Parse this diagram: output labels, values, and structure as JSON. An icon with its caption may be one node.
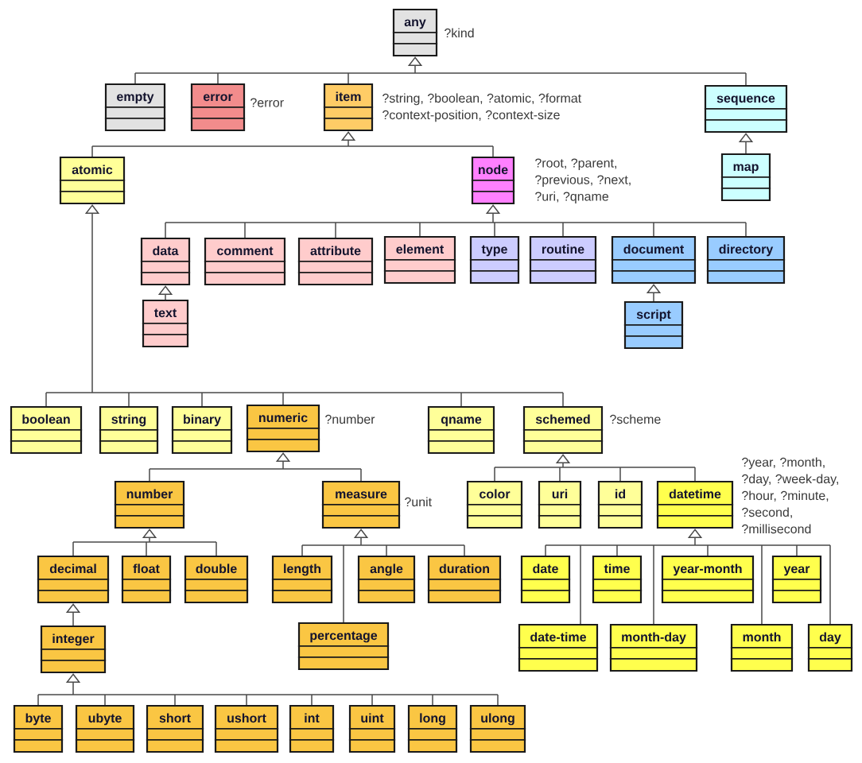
{
  "diagram": {
    "nodes": [
      {
        "text": [
          "any"
        ],
        "beside": [
          "?kind"
        ]
      },
      {
        "text": [
          "empty"
        ]
      },
      {
        "text": [
          "error"
        ],
        "beside": [
          "?error"
        ]
      },
      {
        "text": [
          "item"
        ],
        "beside": [
          "?string, ?boolean, ?atomic, ?format ?context-position, ?context-size"
        ]
      },
      {
        "text": [
          "sequence"
        ]
      },
      {
        "text": [
          "atomic"
        ]
      },
      {
        "text": [
          "node"
        ],
        "beside": [
          "?root, ?parent, ?previous, ?next, ?uri, ?qname"
        ]
      },
      {
        "text": [
          "map"
        ]
      },
      {
        "text": [
          "data"
        ]
      },
      {
        "text": [
          "comment"
        ]
      },
      {
        "text": [
          "attribute"
        ]
      },
      {
        "text": [
          "element"
        ]
      },
      {
        "text": [
          "type"
        ]
      },
      {
        "text": [
          "routine"
        ]
      },
      {
        "text": [
          "document"
        ]
      },
      {
        "text": [
          "directory"
        ]
      },
      {
        "text": [
          "text"
        ]
      },
      {
        "text": [
          "script"
        ]
      },
      {
        "text": [
          "boolean"
        ]
      },
      {
        "text": [
          "string"
        ]
      },
      {
        "text": [
          "binary"
        ]
      },
      {
        "text": [
          "numeric"
        ],
        "beside": [
          "?number"
        ]
      },
      {
        "text": [
          "qname"
        ]
      },
      {
        "text": [
          "schemed"
        ],
        "beside": [
          "?scheme"
        ]
      },
      {
        "text": [
          "number"
        ]
      },
      {
        "text": [
          "measure"
        ],
        "beside": [
          "?unit"
        ]
      },
      {
        "text": [
          "color"
        ]
      },
      {
        "text": [
          "uri"
        ]
      },
      {
        "text": [
          "id"
        ]
      },
      {
        "text": [
          "datetime"
        ],
        "beside": [
          "?year, ?month, ?day, ?week-day, ?hour, ?minute, ?second, ?millisecond"
        ]
      },
      {
        "text": [
          "decimal"
        ]
      },
      {
        "text": [
          "float"
        ]
      },
      {
        "text": [
          "double"
        ]
      },
      {
        "text": [
          "length"
        ]
      },
      {
        "text": [
          "angle"
        ]
      },
      {
        "text": [
          "duration"
        ]
      },
      {
        "text": [
          "date"
        ]
      },
      {
        "text": [
          "time"
        ]
      },
      {
        "text": [
          "year-month"
        ]
      },
      {
        "text": [
          "year"
        ]
      },
      {
        "text": [
          "integer"
        ]
      },
      {
        "text": [
          "percentage"
        ]
      },
      {
        "text": [
          "date-time"
        ]
      },
      {
        "text": [
          "month-day"
        ]
      },
      {
        "text": [
          "month"
        ]
      },
      {
        "text": [
          "day"
        ]
      },
      {
        "text": [
          "byte"
        ]
      },
      {
        "text": [
          "ubyte"
        ]
      },
      {
        "text": [
          "short"
        ]
      },
      {
        "text": [
          "ushort"
        ]
      },
      {
        "text": [
          "int"
        ]
      },
      {
        "text": [
          "uint"
        ]
      },
      {
        "text": [
          "long"
        ]
      },
      {
        "text": [
          "ulong"
        ]
      }
    ],
    "edges": [
      {
        "from": 1,
        "to": 0,
        "arrow": "to"
      },
      {
        "from": 2,
        "to": 0,
        "arrow": "to"
      },
      {
        "from": 3,
        "to": 0,
        "arrow": "to"
      },
      {
        "from": 4,
        "to": 0,
        "arrow": "to"
      },
      {
        "from": 5,
        "to": 3,
        "arrow": "to"
      },
      {
        "from": 6,
        "to": 3,
        "arrow": "to"
      },
      {
        "from": 7,
        "to": 4,
        "arrow": "to"
      },
      {
        "from": 8,
        "to": 6,
        "arrow": "to"
      },
      {
        "from": 9,
        "to": 6,
        "arrow": "to"
      },
      {
        "from": 10,
        "to": 6,
        "arrow": "to"
      },
      {
        "from": 11,
        "to": 6,
        "arrow": "to"
      },
      {
        "from": 12,
        "to": 6,
        "arrow": "to"
      },
      {
        "from": 13,
        "to": 6,
        "arrow": "to"
      },
      {
        "from": 14,
        "to": 6,
        "arrow": "to"
      },
      {
        "from": 15,
        "to": 6,
        "arrow": "to"
      },
      {
        "from": 16,
        "to": 8,
        "arrow": "to"
      },
      {
        "from": 17,
        "to": 14,
        "arrow": "to"
      },
      {
        "from": 18,
        "to": 5,
        "arrow": "to"
      },
      {
        "from": 19,
        "to": 5,
        "arrow": "to"
      },
      {
        "from": 20,
        "to": 5,
        "arrow": "to"
      },
      {
        "from": 21,
        "to": 5,
        "arrow": "to"
      },
      {
        "from": 22,
        "to": 5,
        "arrow": "to"
      },
      {
        "from": 23,
        "to": 5,
        "arrow": "to"
      },
      {
        "from": 24,
        "to": 21,
        "arrow": "to"
      },
      {
        "from": 25,
        "to": 21,
        "arrow": "to"
      },
      {
        "from": 26,
        "to": 23,
        "arrow": "to"
      },
      {
        "from": 27,
        "to": 23,
        "arrow": "to"
      },
      {
        "from": 28,
        "to": 23,
        "arrow": "to"
      },
      {
        "from": 29,
        "to": 23,
        "arrow": "to"
      },
      {
        "from": 30,
        "to": 24,
        "arrow": "to"
      },
      {
        "from": 31,
        "to": 24,
        "arrow": "to"
      },
      {
        "from": 32,
        "to": 24,
        "arrow": "to"
      },
      {
        "from": 33,
        "to": 25,
        "arrow": "to"
      },
      {
        "from": 34,
        "to": 25,
        "arrow": "to"
      },
      {
        "from": 35,
        "to": 25,
        "arrow": "to"
      },
      {
        "from": 41,
        "to": 25,
        "arrow": "to"
      },
      {
        "from": 36,
        "to": 29,
        "arrow": "to"
      },
      {
        "from": 37,
        "to": 29,
        "arrow": "to"
      },
      {
        "from": 38,
        "to": 29,
        "arrow": "to"
      },
      {
        "from": 39,
        "to": 29,
        "arrow": "to"
      },
      {
        "from": 42,
        "to": 29,
        "arrow": "to"
      },
      {
        "from": 43,
        "to": 29,
        "arrow": "to"
      },
      {
        "from": 44,
        "to": 29,
        "arrow": "to"
      },
      {
        "from": 45,
        "to": 29,
        "arrow": "to"
      },
      {
        "from": 40,
        "to": 30,
        "arrow": "to"
      },
      {
        "from": 46,
        "to": 40,
        "arrow": "to"
      },
      {
        "from": 47,
        "to": 40,
        "arrow": "to"
      },
      {
        "from": 48,
        "to": 40,
        "arrow": "to"
      },
      {
        "from": 49,
        "to": 40,
        "arrow": "to"
      },
      {
        "from": 50,
        "to": 40,
        "arrow": "to"
      },
      {
        "from": 51,
        "to": 40,
        "arrow": "to"
      },
      {
        "from": 52,
        "to": 40,
        "arrow": "to"
      },
      {
        "from": 53,
        "to": 40,
        "arrow": "to"
      }
    ]
  }
}
